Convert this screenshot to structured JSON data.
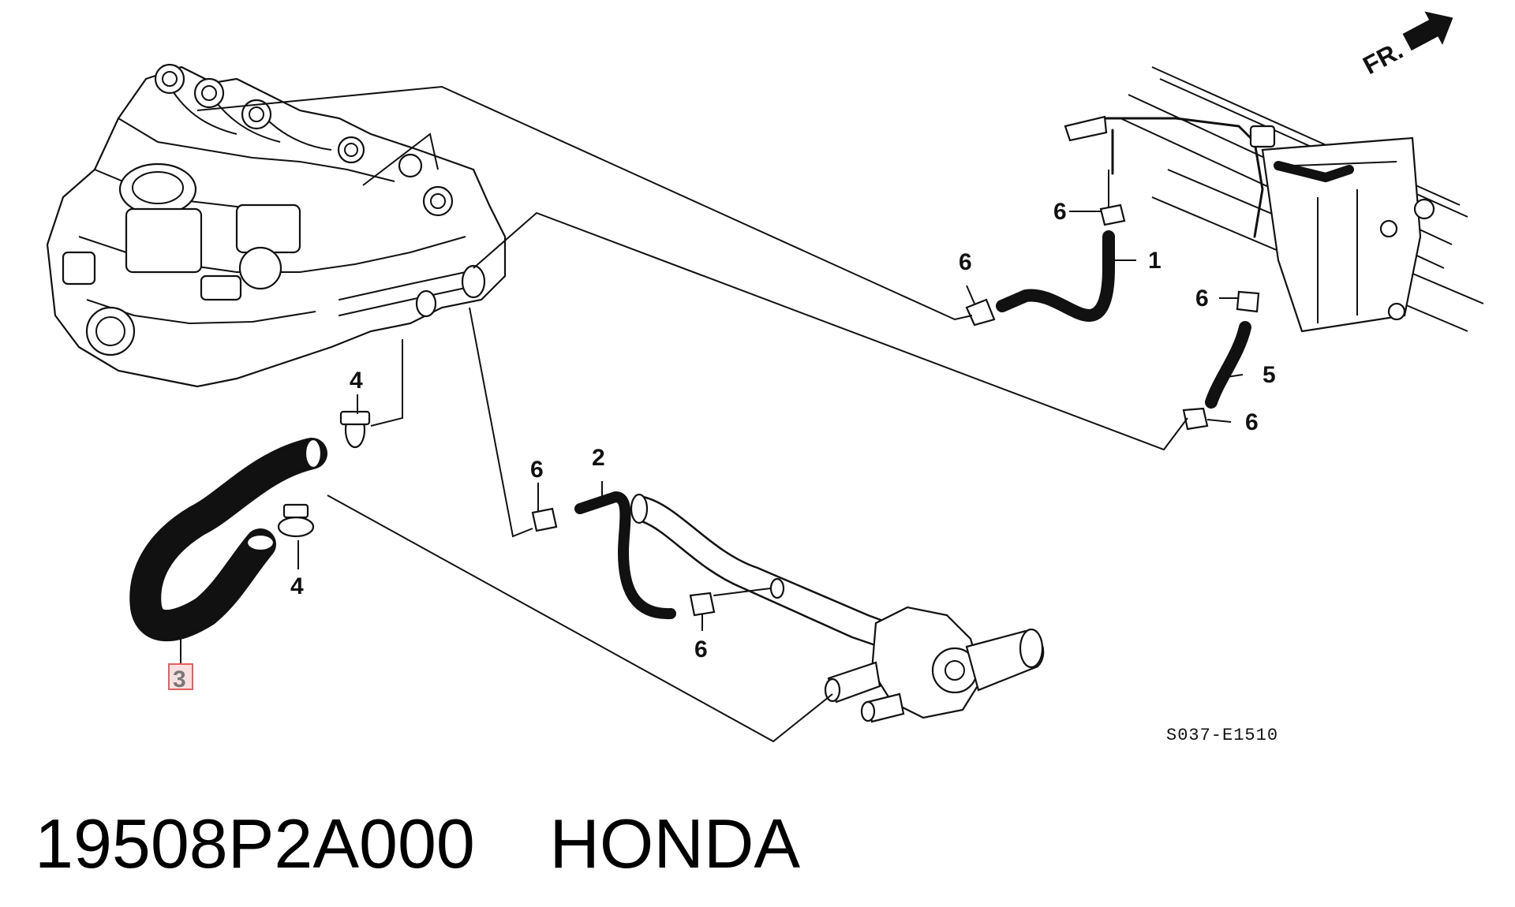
{
  "diagram": {
    "direction_label": "FR.",
    "drawing_code": "S037-E1510",
    "callouts": [
      {
        "id": "1",
        "label": "1"
      },
      {
        "id": "2",
        "label": "2"
      },
      {
        "id": "3",
        "label": "3",
        "highlighted": true
      },
      {
        "id": "4a",
        "label": "4"
      },
      {
        "id": "4b",
        "label": "4"
      },
      {
        "id": "5",
        "label": "5"
      },
      {
        "id": "6a",
        "label": "6"
      },
      {
        "id": "6b",
        "label": "6"
      },
      {
        "id": "6c",
        "label": "6"
      },
      {
        "id": "6d",
        "label": "6"
      },
      {
        "id": "6e",
        "label": "6"
      },
      {
        "id": "6f",
        "label": "6"
      }
    ],
    "highlight_color": "#e06060"
  },
  "footer": {
    "part_number": "19508P2A000",
    "brand": "HONDA"
  }
}
